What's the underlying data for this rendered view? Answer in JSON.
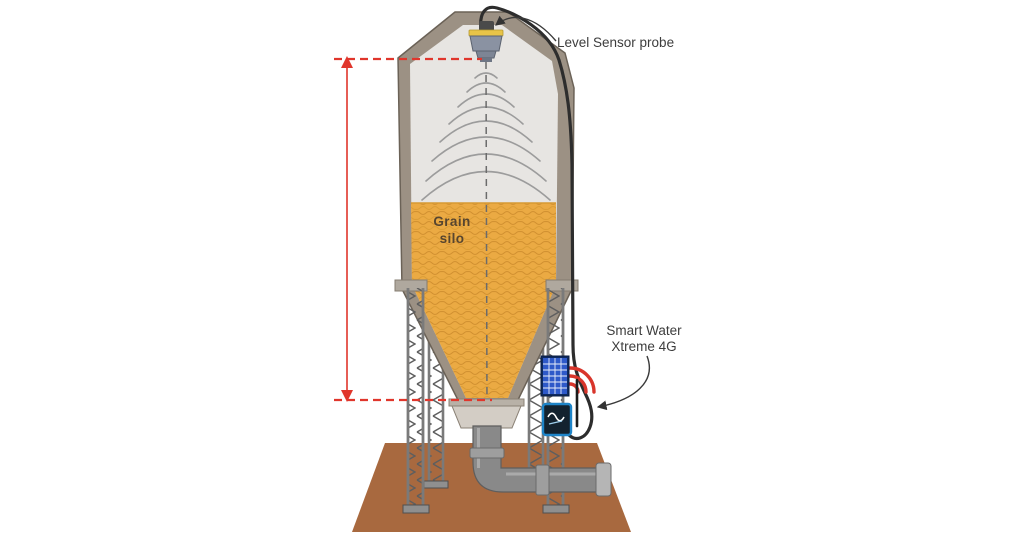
{
  "diagram": {
    "labels": {
      "level_sensor": "Level Sensor probe",
      "grain_line1": "Grain",
      "grain_line2": "silo",
      "device_line1": "Smart Water",
      "device_line2": "Xtreme 4G"
    },
    "colors": {
      "text": "#3D3D3D",
      "grain_label": "#57452F",
      "grain": "#EBAA43",
      "grain_texture": "#C8862A",
      "silo_wall": "#9C9184",
      "silo_outline": "#6B6257",
      "silo_interior": "#E7E5E2",
      "ledge": "#AFA89E",
      "wave": "#9C9C9C",
      "centerline": "#6B6B6B",
      "dimension_red": "#E0362C",
      "wifi_red": "#D8352B",
      "solar_cells": "#2E59C9",
      "solar_frame": "#0E2A60",
      "device_border": "#1E84C8",
      "device_body": "#13222F",
      "ground": "#A8693F",
      "pipe": "#898989",
      "pipe_ring": "#9E9E9E",
      "leg_rail": "#7A7A7A",
      "foot": "#8F8F8F",
      "cable": "#2D2D2D",
      "probe_body": "#8A92A2",
      "probe_band": "#E8C448",
      "collar": "#D3CDC5"
    }
  }
}
